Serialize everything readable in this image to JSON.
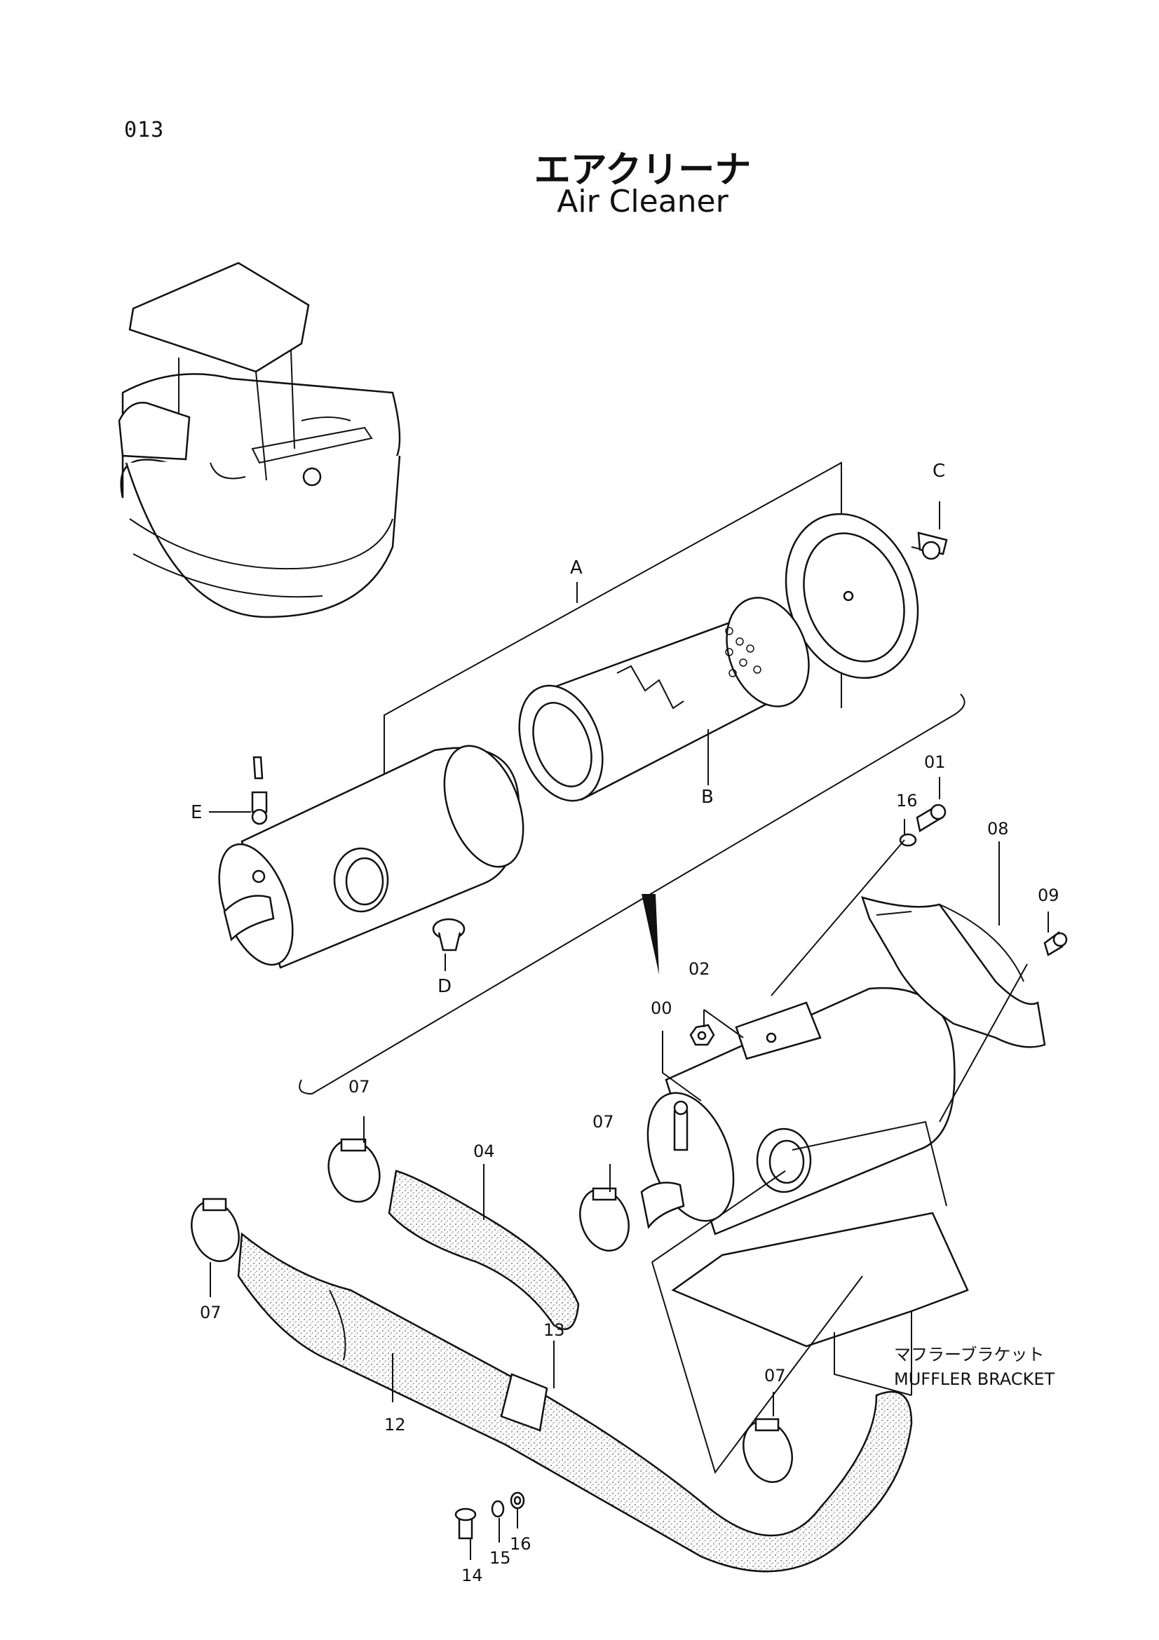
{
  "page_number": "013",
  "title_jp": "エアクリーナ",
  "title_en": "Air Cleaner",
  "callouts": {
    "A": "A",
    "B": "B",
    "C": "C",
    "D": "D",
    "E": "E",
    "p00": "00",
    "p01": "01",
    "p02": "02",
    "p04": "04",
    "p07a": "07",
    "p07b": "07",
    "p07c": "07",
    "p07d": "07",
    "p08": "08",
    "p09": "09",
    "p12": "12",
    "p13": "13",
    "p14": "14",
    "p15": "15",
    "p16a": "16",
    "p16b": "16"
  },
  "muffler_bracket_jp": "マフラーブラケット",
  "muffler_bracket_en": "MUFFLER BRACKET"
}
